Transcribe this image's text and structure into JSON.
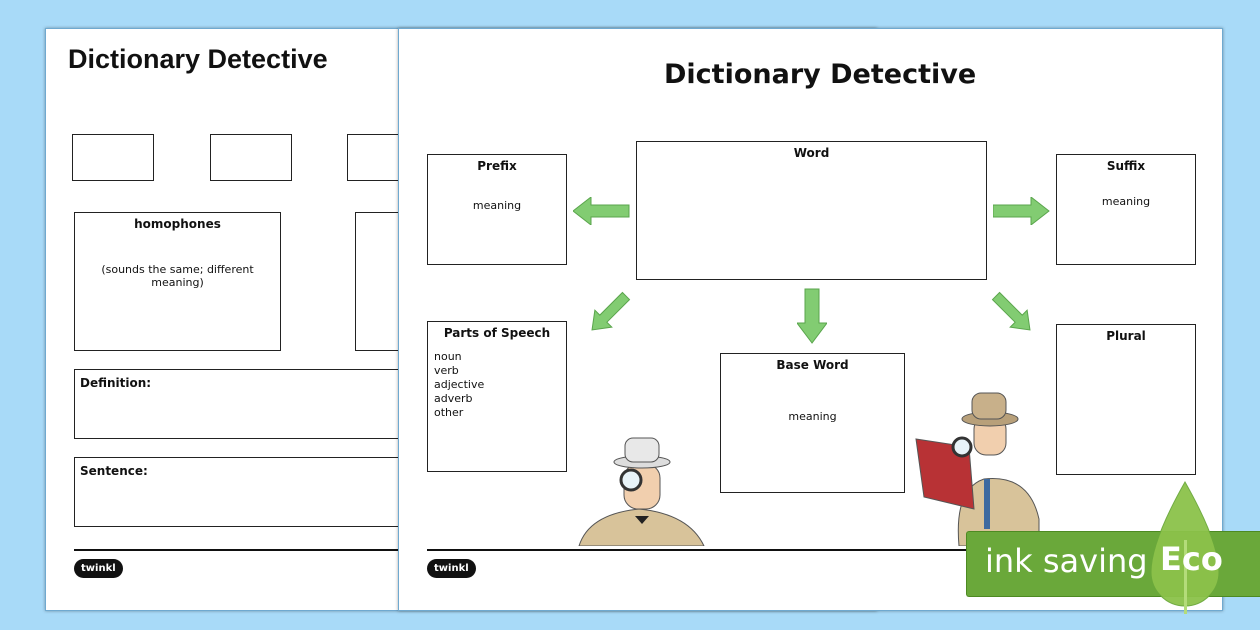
{
  "back_page": {
    "title": "Dictionary Detective",
    "homophones": "homophones",
    "homophones_desc": "(sounds the same; different meaning)",
    "definition": "Definition:",
    "sentence": "Sentence:",
    "logo": "twinkl"
  },
  "front_page": {
    "title": "Dictionary Detective",
    "word": "Word",
    "prefix": "Prefix",
    "prefix_meaning": "meaning",
    "suffix": "Suffix",
    "suffix_meaning": "meaning",
    "parts_of_speech": "Parts of Speech",
    "parts": [
      "noun",
      "verb",
      "adjective",
      "adverb",
      "other"
    ],
    "base_word": "Base Word",
    "base_meaning": "meaning",
    "plural": "Plural",
    "logo": "twinkl"
  },
  "badge": {
    "text": "ink saving",
    "eco": "Eco"
  },
  "colors": {
    "arrow": "#7cc96e",
    "badge": "#6aa83a"
  }
}
